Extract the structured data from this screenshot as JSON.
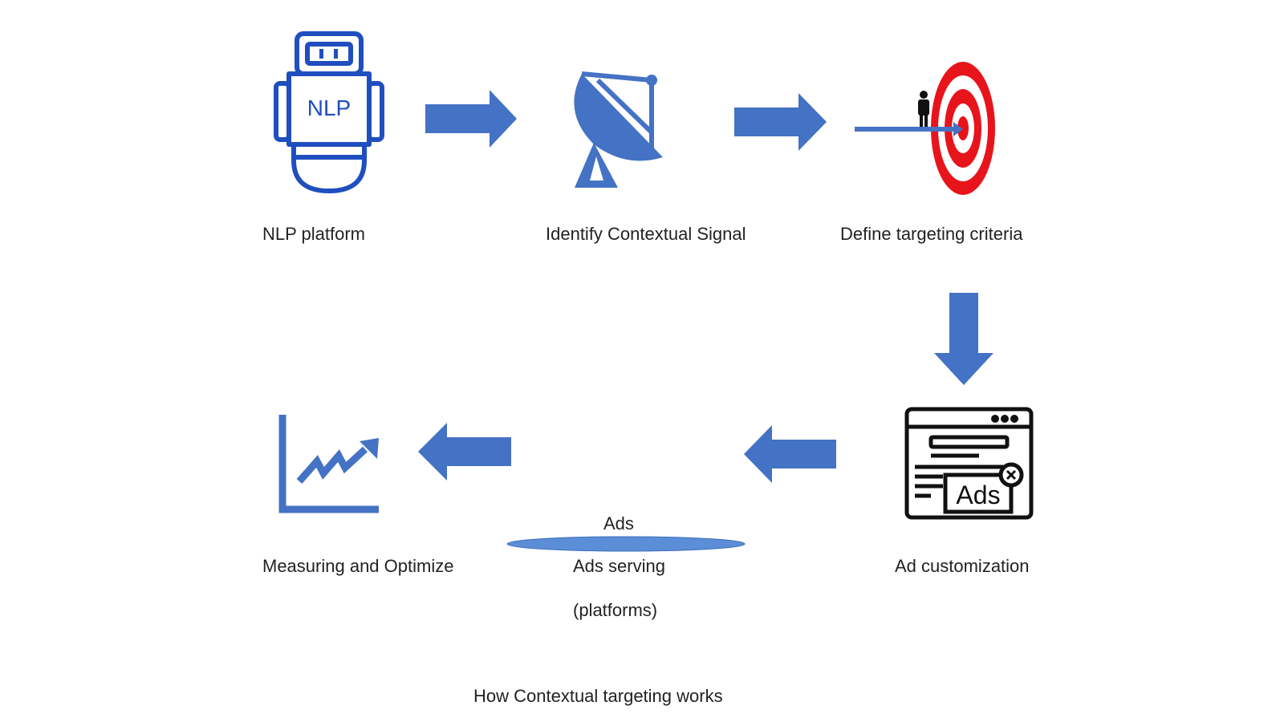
{
  "colors": {
    "arrow": "#4472C4",
    "robot": "#1F4FBF",
    "target_red": "#E8141C",
    "ellipse": "#5B8ED6"
  },
  "nodes": {
    "nlp": {
      "label": "NLP platform",
      "icon_text": "NLP"
    },
    "signal": {
      "label": "Identify Contextual Signal"
    },
    "targeting": {
      "label": "Define targeting criteria"
    },
    "customization": {
      "label": "Ad customization",
      "icon_text": "Ads"
    },
    "serving": {
      "top_label": "Ads",
      "label": "Ads serving",
      "sublabel": "(platforms)"
    },
    "measuring": {
      "label": "Measuring and Optimize"
    }
  },
  "caption": "How Contextual targeting works"
}
